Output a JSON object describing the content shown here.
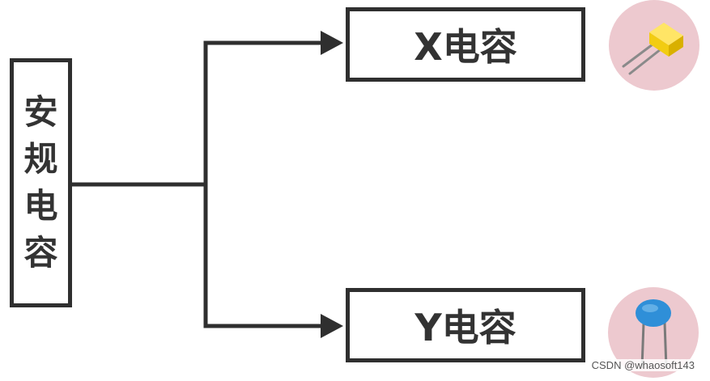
{
  "root": {
    "label": "安规电容"
  },
  "branches": [
    {
      "label": "X电容",
      "icon": "x-capacitor-icon"
    },
    {
      "label": "Y电容",
      "icon": "y-capacitor-icon"
    }
  ],
  "watermark": "CSDN @whaosoft143",
  "colors": {
    "line": "#2f2f2f",
    "icon_bg": "#edc9cf",
    "x_cap": "#f5d21a",
    "y_cap": "#2f8fd8"
  }
}
